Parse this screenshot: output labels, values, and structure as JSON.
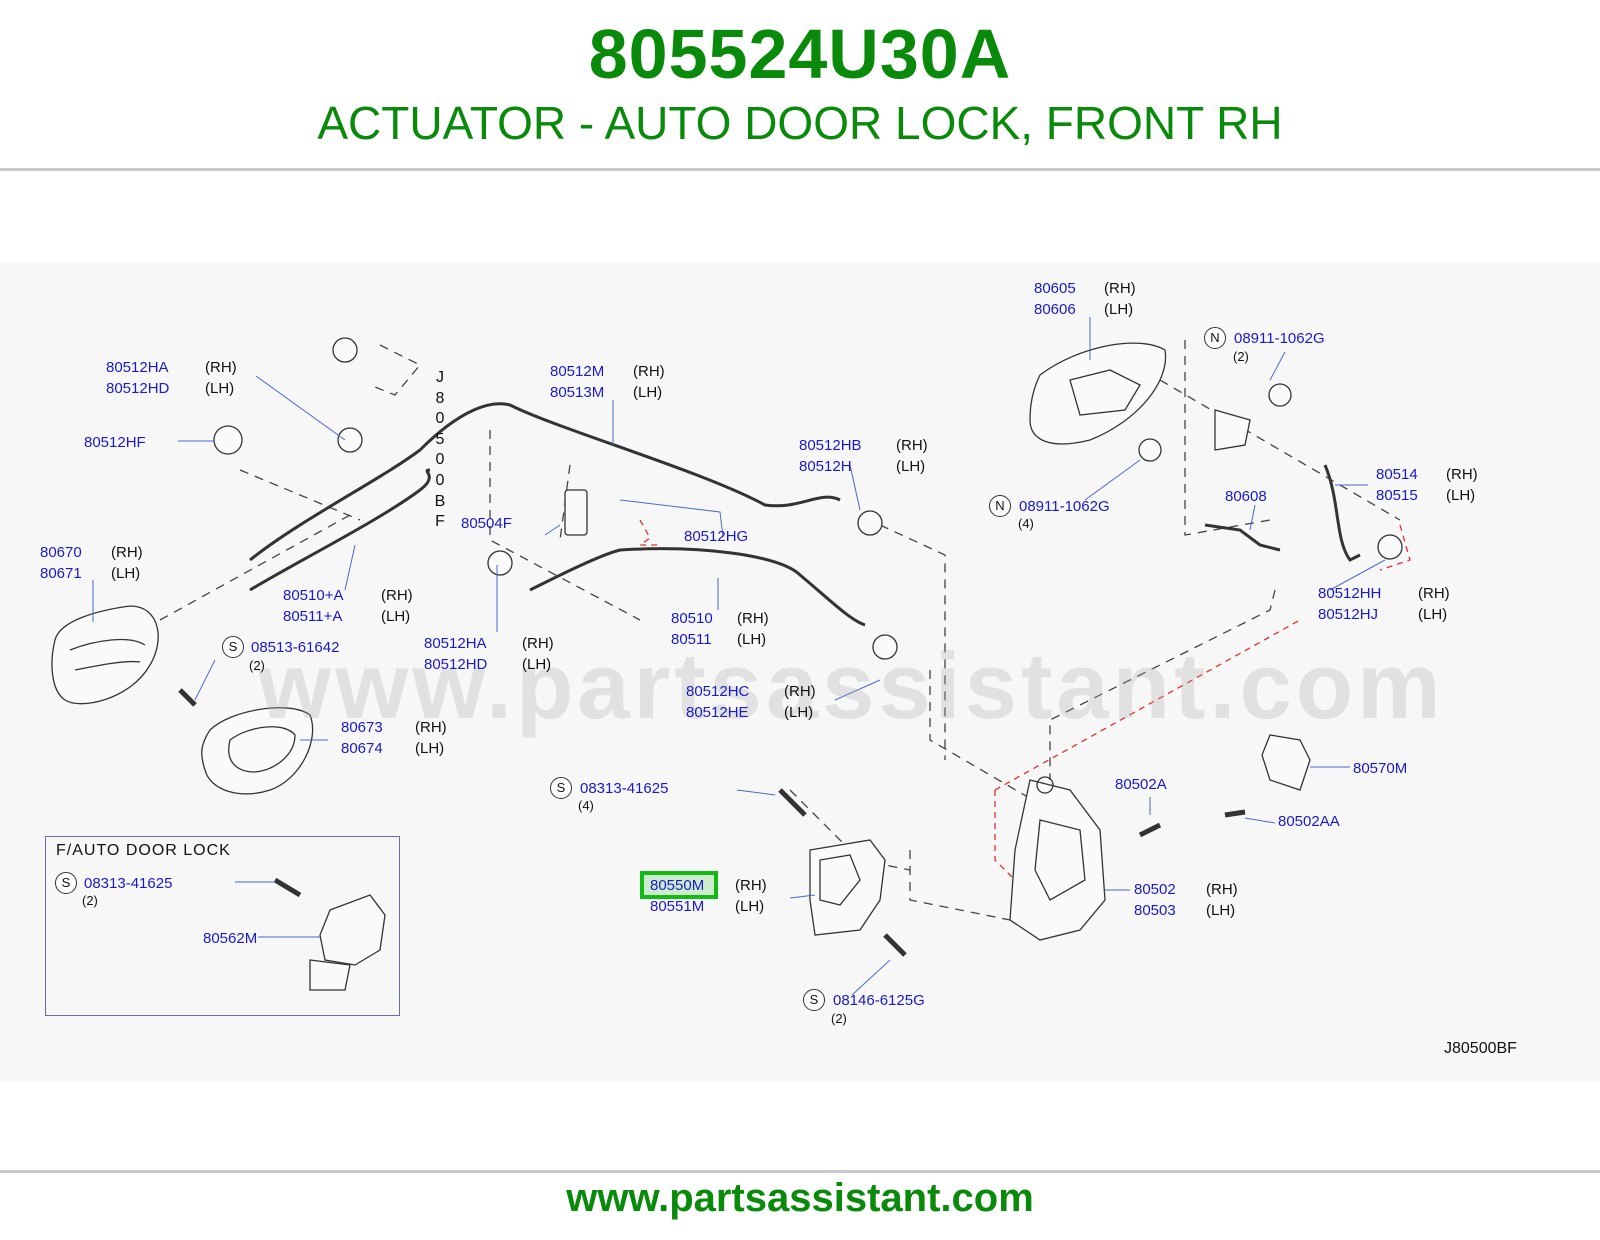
{
  "header": {
    "part_number": "805524U30A",
    "description": "ACTUATOR - AUTO DOOR LOCK, FRONT RH"
  },
  "footer": {
    "url": "www.partsassistant.com"
  },
  "watermark": "www.partsassistant.com",
  "diagram_code": "J80500BF",
  "vertical_code": [
    "J",
    "8",
    "0",
    "5",
    "0",
    "0",
    "B",
    "F"
  ],
  "inset": {
    "title": "F/AUTO   DOOR   LOCK"
  },
  "labels": {
    "p80512HA_a": "80512HA",
    "p80512HD_a": "80512HD",
    "p80512HF": "80512HF",
    "p80670": "80670",
    "p80671": "80671",
    "p80510A": "80510+A",
    "p80511A": "80511+A",
    "p08513": "08513-61642",
    "p80673": "80673",
    "p80674": "80674",
    "p80512M": "80512M",
    "p80513M": "80513M",
    "p80504F": "80504F",
    "p80512HG": "80512HG",
    "p80512HA_b": "80512HA",
    "p80512HD_b": "80512HD",
    "p80512HB": "80512HB",
    "p80512H": "80512H",
    "p80510": "80510",
    "p80511": "80511",
    "p80512HC": "80512HC",
    "p80512HE": "80512HE",
    "p08313_main": "08313-41625",
    "p80550M": "80550M",
    "p80551M": "80551M",
    "p08146": "08146-6125G",
    "p80605": "80605",
    "p80606": "80606",
    "p08911_a": "08911-1062G",
    "p08911_b": "08911-1062G",
    "p80608": "80608",
    "p80514": "80514",
    "p80515": "80515",
    "p80512HH": "80512HH",
    "p80512HJ": "80512HJ",
    "p80570M": "80570M",
    "p80502A": "80502A",
    "p80502AA": "80502AA",
    "p80502": "80502",
    "p80503": "80503",
    "p08313_inset": "08313-41625",
    "p80562M": "80562M"
  },
  "sides": {
    "rh": "(RH)",
    "lh": "(LH)"
  },
  "quantities": {
    "q2": "(2)",
    "q4": "(4)"
  },
  "marks": {
    "s": "S",
    "n": "N"
  },
  "highlighted_part": "80550M",
  "colors": {
    "brand_green": "#0a8a0a",
    "label_blue": "#1a1acc",
    "highlight_green": "#11bb11",
    "dash_red": "#e03030"
  }
}
